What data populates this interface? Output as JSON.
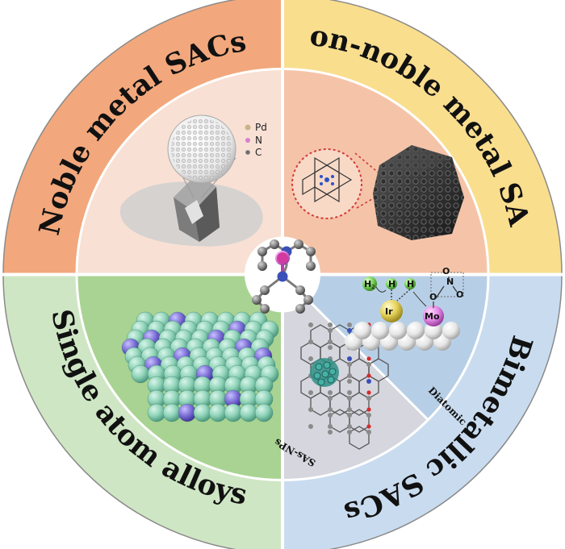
{
  "quadrants": [
    {
      "label": "Noble metal SACs",
      "color": "#f2a87c"
    },
    {
      "label": "Non-noble metal SACs",
      "color": "#f9de8e"
    },
    {
      "label": "Bimetallic SACs",
      "color": "#c9dcef"
    },
    {
      "label": "Single atom alloys",
      "color": "#cfe6c4"
    }
  ],
  "inner_labels": {
    "diatomic": "Diatomic",
    "sas_nps": "SAs-NPs"
  },
  "legend": [
    {
      "label": "Pd",
      "color": "#c9b48a"
    },
    {
      "label": "N",
      "color": "#d67fcf"
    },
    {
      "label": "C",
      "color": "#6f6f6f"
    }
  ],
  "chemistry": {
    "h2": "H",
    "h2_sub": "2",
    "h": "H",
    "ir": "Ir",
    "mo": "Mo",
    "o": "O",
    "n": "N"
  },
  "colors": {
    "noble_inner": "#f8e0d4",
    "nonnoble_inner": "#f5c4a8",
    "bimetallic_inner": "#b7cfe6",
    "sas_inner": "#d5d6de",
    "alloy_inner": "#a9d392",
    "alloy_host": "#8fd3b8",
    "alloy_guest": "#7b6ed6"
  }
}
